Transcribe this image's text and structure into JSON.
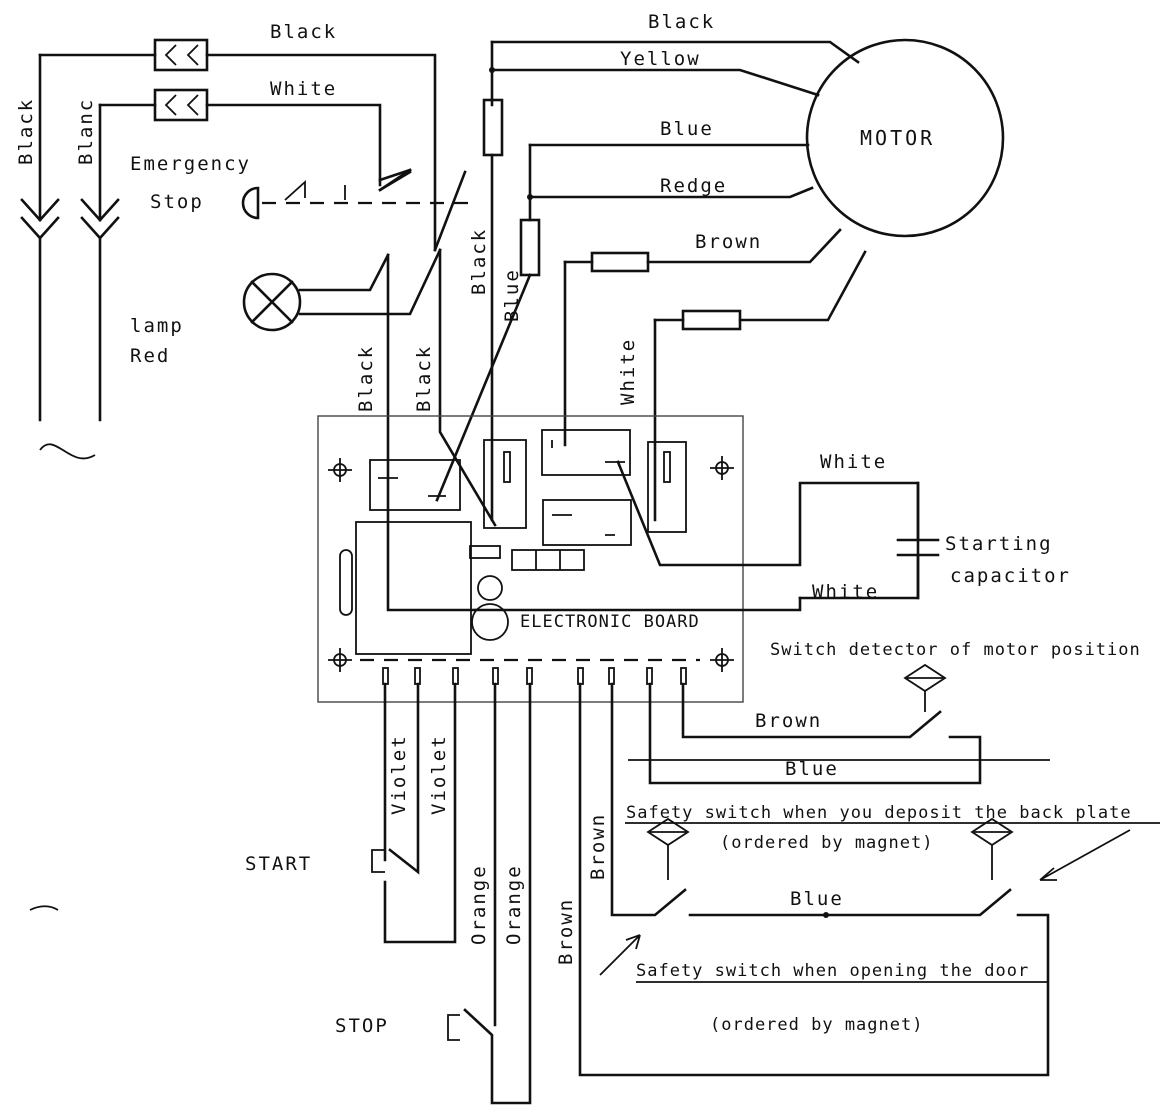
{
  "wires": {
    "black_top": "Black",
    "white_top": "White",
    "black_motor": "Black",
    "yellow": "Yellow",
    "blue_motor": "Blue",
    "redge": "Redge",
    "brown_motor": "Brown",
    "black_v": "Black",
    "blue_v": "Blue",
    "white_v": "White",
    "black_v2": "Black",
    "black_v3": "Black",
    "white_cap_top": "White",
    "white_cap_bottom": "White",
    "violet_1": "Violet",
    "violet_2": "Violet",
    "orange_1": "Orange",
    "orange_2": "Orange",
    "brown_1": "Brown",
    "brown_2": "Brown",
    "brown_switch": "Brown",
    "blue_switch": "Blue",
    "blue_safety": "Blue",
    "left_black": "Black",
    "left_blanc": "Blanc"
  },
  "components": {
    "motor": "MOTOR",
    "emergency_1": "Emergency",
    "emergency_2": "Stop",
    "lamp_1": "lamp",
    "lamp_2": "Red",
    "board": "ELECTRONIC BOARD",
    "capacitor_1": "Starting",
    "capacitor_2": "capacitor",
    "switch_motor_pos": "Switch detector of motor position",
    "safety_back_1": "Safety switch when you deposit the back plate",
    "safety_back_2": "(ordered by magnet)",
    "safety_door_1": "Safety switch when opening the door",
    "safety_door_2": "(ordered by magnet)",
    "start": "START",
    "stop": "STOP"
  },
  "colors": {
    "line": "#111111",
    "board": "#444444",
    "background": "#ffffff"
  }
}
